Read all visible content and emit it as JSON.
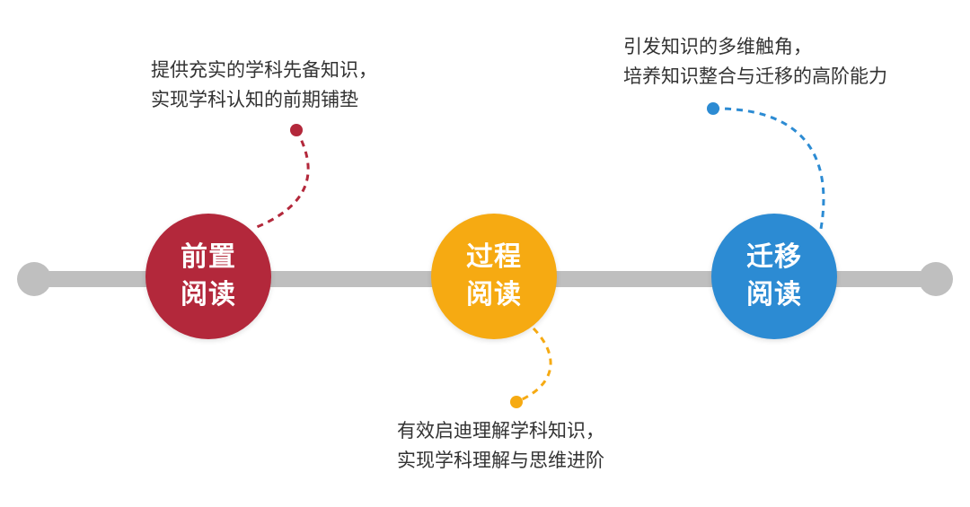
{
  "colors": {
    "timeline": "#bfbfbf",
    "pre": "#b3283b",
    "during": "#f6aa12",
    "post": "#2c8bd3"
  },
  "stages": [
    {
      "id": "pre",
      "line1": "前置",
      "line2": "阅读",
      "caption1": "提供充实的学科先备知识，",
      "caption2": "实现学科认知的前期铺垫"
    },
    {
      "id": "during",
      "line1": "过程",
      "line2": "阅读",
      "caption1": "有效启迪理解学科知识，",
      "caption2": "实现学科理解与思维进阶"
    },
    {
      "id": "post",
      "line1": "迁移",
      "line2": "阅读",
      "caption1": "引发知识的多维触角，",
      "caption2": "培养知识整合与迁移的高阶能力"
    }
  ]
}
